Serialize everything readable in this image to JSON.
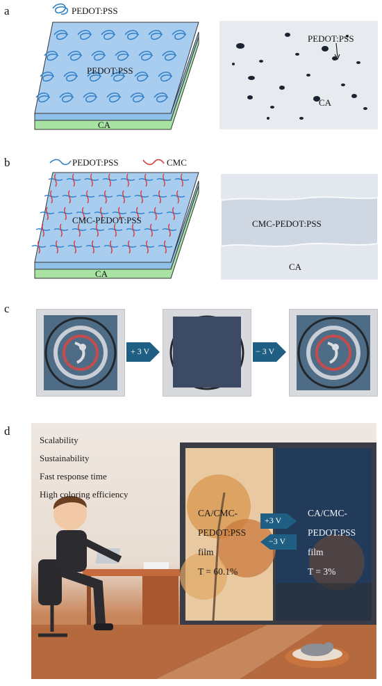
{
  "panel_a": {
    "letter": "a",
    "legend_label": "PEDOT:PSS",
    "film_label": "PEDOT:PSS",
    "substrate_label": "CA",
    "photo_pedot_label": "PEDOT:PSS",
    "photo_ca_label": "CA"
  },
  "panel_b": {
    "letter": "b",
    "legend_pedot": "PEDOT:PSS",
    "legend_cmc": "CMC",
    "film_label": "CMC-PEDOT:PSS",
    "substrate_label": "CA",
    "photo_film_label": "CMC-PEDOT:PSS",
    "photo_ca_label": "CA"
  },
  "panel_c": {
    "letter": "c",
    "arrow_forward": "+ 3 V",
    "arrow_reverse": "− 3 V"
  },
  "panel_d": {
    "letter": "d",
    "features": [
      "Scalability",
      "Sustainability",
      "Fast response time",
      "High coloring efficiency"
    ],
    "left_film": [
      "CA/CMC-",
      "PEDOT:PSS",
      "film",
      "T = 60.1%"
    ],
    "right_film": [
      "CA/CMC-",
      "PEDOT:PSS",
      "film",
      "T = 3%"
    ],
    "arrow_forward": "+3 V",
    "arrow_reverse": "−3 V"
  },
  "colors": {
    "film_blue": "#a9cdef",
    "substrate_green": "#a8e3a3",
    "pedot_blue": "#2f7fc8",
    "cmc_red": "#d03a3a",
    "arrow_teal": "#1f5f84"
  }
}
